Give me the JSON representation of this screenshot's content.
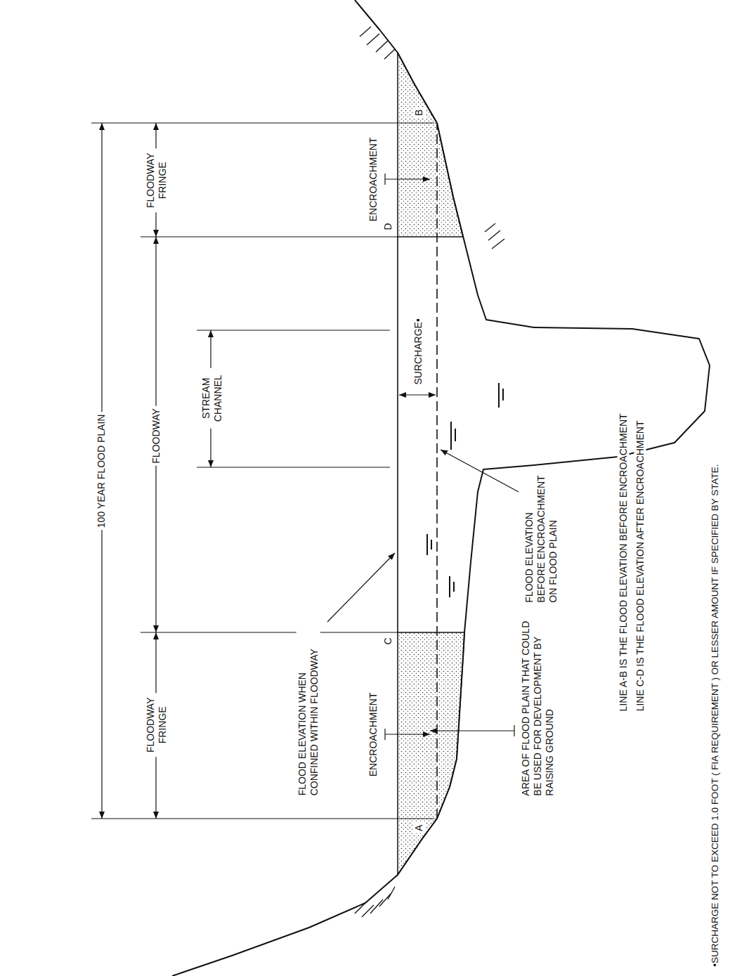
{
  "diagram": {
    "labels": [
      "100 YEAR FLOOD PLAIN",
      "FLOODWAY FRINGE",
      "FLOODWAY",
      "STREAM CHANNEL",
      "FLOODWAY FRINGE",
      "FLOOD ELEVATION WHEN CONFINED WITHIN FLOODWAY",
      "ENCROACHMENT",
      "ENCROACHMENT",
      "C",
      "D",
      "SURCHARGE•",
      "A",
      "B",
      "AREA OF FLOOD PLAIN THAT COULD BE USED FOR DEVELOPMENT BY RAISING GROUND",
      "FLOOD ELEVATION BEFORE ENCROACHMENT ON FLOOD PLAIN",
      "LINE A-B IS THE FLOOD ELEVATION BEFORE ENCROACHMENT",
      "LINE C-D IS THE FLOOD ELEVATION AFTER ENCROACHMENT",
      "•SURCHARGE NOT TO EXCEED 1.0 FOOT ( FIA REQUIREMENT ) OR LESSER AMOUNT IF SPECIFIED BY STATE."
    ]
  }
}
